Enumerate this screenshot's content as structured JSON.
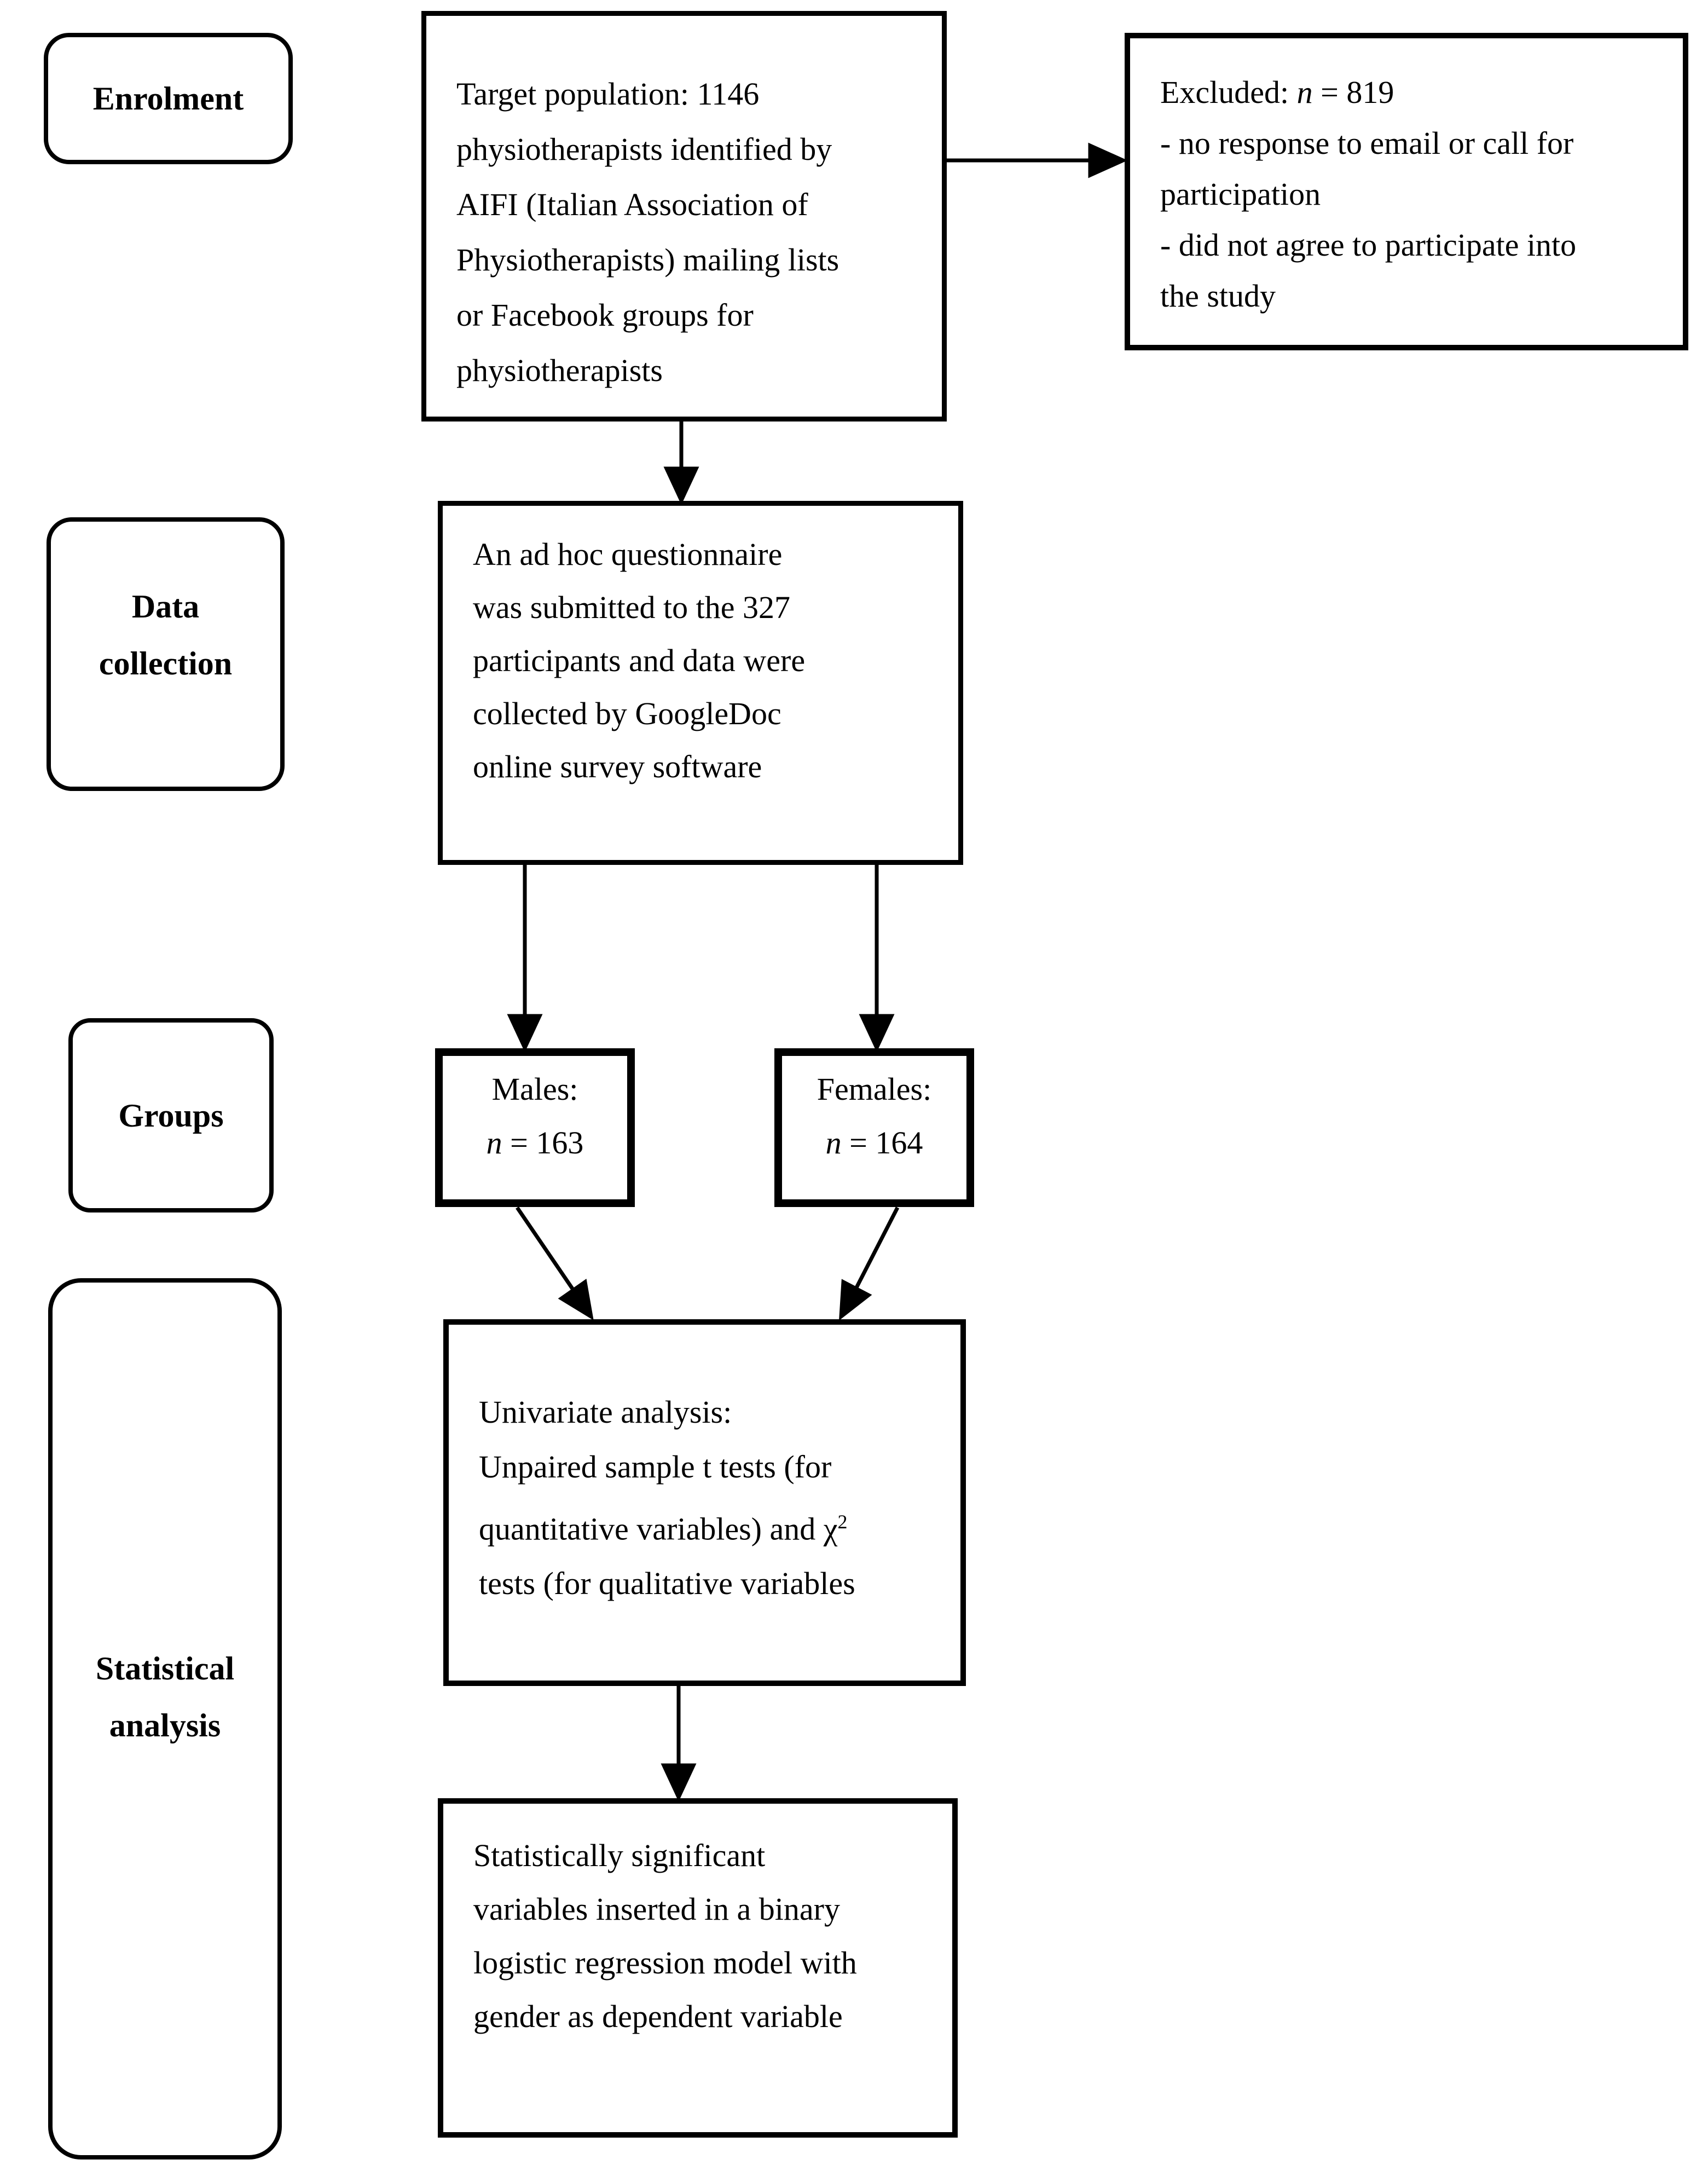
{
  "stages": {
    "enrolment": {
      "label": "Enrolment"
    },
    "data_collection": {
      "line1": "Data",
      "line2": "collection"
    },
    "groups": {
      "label": "Groups"
    },
    "statistical": {
      "line1": "Statistical",
      "line2": "analysis"
    }
  },
  "target_box": {
    "lines": [
      "Target population: 1146",
      "physiotherapists identified by",
      "AIFI (Italian Association of",
      "Physiotherapists) mailing lists",
      "or Facebook groups for",
      "physiotherapists"
    ]
  },
  "excluded_box": {
    "title_prefix": "Excluded: ",
    "n_symbol": "n",
    "title_suffix": " = 819",
    "lines": [
      "- no response to email or call for",
      "participation",
      "- did not agree to participate into",
      "the study"
    ]
  },
  "data_box": {
    "lines": [
      "An ad hoc questionnaire",
      "was submitted to the 327",
      "participants and data were",
      "collected by GoogleDoc",
      "online survey software"
    ]
  },
  "males_box": {
    "label": "Males:",
    "n_symbol": "n",
    "n_value": " = 163"
  },
  "females_box": {
    "label": "Females:",
    "n_symbol": "n",
    "n_value": " = 164"
  },
  "univariate_box": {
    "line1": "Univariate analysis:",
    "line2": "Unpaired sample t tests (for",
    "line3_pre": "quantitative variables) and ",
    "chi": "χ",
    "chi_sup": "2",
    "line4": "tests (for qualitative variables"
  },
  "regression_box": {
    "lines": [
      "Statistically significant",
      "variables inserted in a binary",
      "logistic regression model with",
      "gender as dependent variable"
    ]
  },
  "colors": {
    "ink": "#000000",
    "background": "#ffffff"
  }
}
